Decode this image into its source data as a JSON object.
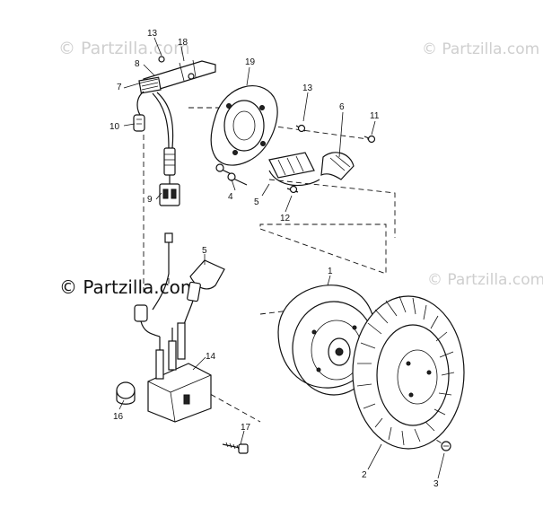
{
  "watermarks": {
    "top_left": "© Partzilla.com",
    "top_right": "© Partzilla.com",
    "middle": "© Partzilla.com",
    "right_middle": "© Partzilla.com"
  },
  "callouts": {
    "c1": "1",
    "c2": "2",
    "c3": "3",
    "c4": "4",
    "c5a": "5",
    "c5b": "5",
    "c6": "6",
    "c7": "7",
    "c8": "8",
    "c9": "9",
    "c10": "10",
    "c11": "11",
    "c12": "12",
    "c13a": "13",
    "c13b": "13",
    "c14": "14",
    "c16": "16",
    "c17": "17",
    "c18": "18",
    "c19": "19"
  }
}
